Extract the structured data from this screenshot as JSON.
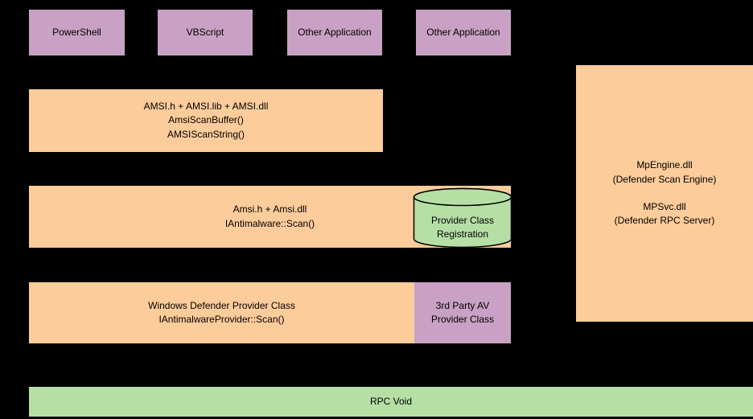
{
  "diagram": {
    "title_hint": "AMSI architecture diagram",
    "colors": {
      "background": "#000000",
      "application_fill": "#C9A1C4",
      "module_fill": "#FDCC9B",
      "registration_fill": "#B6DFA6",
      "outline": "#000000",
      "text": "#000000"
    },
    "app_row": [
      {
        "label": "PowerShell"
      },
      {
        "label": "VBScript"
      },
      {
        "label": "Other Application"
      },
      {
        "label": "Other Application"
      }
    ],
    "amsi_api_box": {
      "line1": "AMSI.h + AMSI.lib + AMSI.dll",
      "line2": "AmsiScanBuffer()",
      "line3": "AMSIScanString()"
    },
    "amsi_com_box": {
      "line1": "Amsi.h + Amsi.dll",
      "line2": "IAntimalware::Scan()"
    },
    "provider_registration_cylinder": {
      "line1": "Provider Class",
      "line2": "Registration"
    },
    "defender_provider_box": {
      "line1": "Windows Defender Provider Class",
      "line2": "IAntimalwareProvider::Scan()"
    },
    "third_party_box": {
      "label": "3rd Party AV Provider Class"
    },
    "defender_engine_box": {
      "line1": "MpEngine.dll",
      "line2": "(Defender Scan Engine)",
      "line3": "MPSvc.dll",
      "line4": "(Defender RPC Server)"
    },
    "rpc_void_bar": {
      "label": "RPC Void"
    }
  }
}
